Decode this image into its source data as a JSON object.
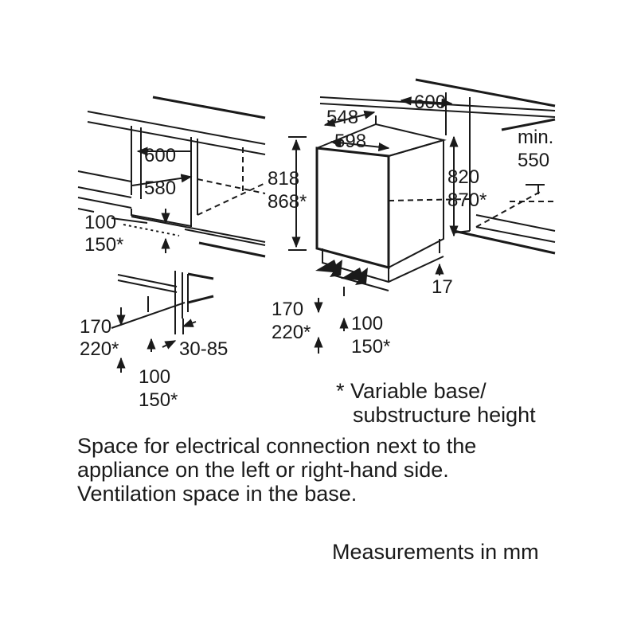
{
  "dimensions": {
    "left_niche_width": "600",
    "left_niche_depth": "580",
    "left_vent_1": "100",
    "left_vent_2": "150*",
    "base_height_1": "170",
    "base_height_2": "220*",
    "base_gap": "30-85",
    "base_vent_1": "100",
    "base_vent_2": "150*",
    "appliance_depth": "548",
    "appliance_width": "598",
    "appliance_height_1": "818",
    "appliance_height_2": "868*",
    "plinth_height_1": "170",
    "plinth_height_2": "220*",
    "plinth_vent_1": "100",
    "plinth_vent_2": "150*",
    "niche_width": "600",
    "min_label": "min.",
    "min_depth": "550",
    "niche_height_1": "820",
    "niche_height_2": "870*",
    "door_gap": "17"
  },
  "notes": {
    "footnote_line1": "* Variable base/",
    "footnote_line2": "substructure height",
    "description_line1": "Space for electrical connection next to the",
    "description_line2": "appliance on the left or right-hand side.",
    "description_line3": "Ventilation space in the base.",
    "units": "Measurements in mm"
  }
}
